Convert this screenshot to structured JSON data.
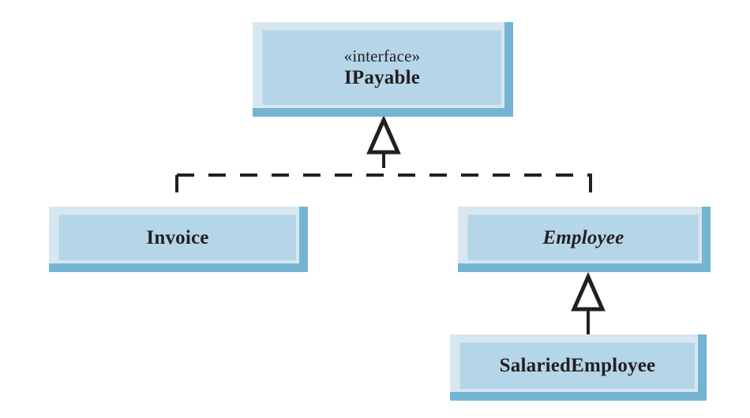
{
  "diagram": {
    "type": "uml-class-diagram",
    "title": "IPayable interface hierarchy",
    "background_color": "#ffffff",
    "box_fill_color": "#b5d5e8",
    "box_bevel_color": "#d7e7f0",
    "box_shadow_color": "#74b4d2",
    "line_color": "#231f20"
  },
  "classes": {
    "ipayable": {
      "stereotype": "«interface»",
      "name": "IPayable",
      "abstract": false
    },
    "invoice": {
      "name": "Invoice",
      "abstract": false
    },
    "employee": {
      "name": "Employee",
      "abstract": true
    },
    "salaried_employee": {
      "name": "SalariedEmployee",
      "abstract": false
    }
  },
  "relationships": [
    {
      "id": "invoice-realizes-ipayable",
      "type": "realization",
      "line_style": "dashed",
      "arrowhead": "hollow-triangle",
      "source": "Invoice",
      "target": "IPayable"
    },
    {
      "id": "employee-realizes-ipayable",
      "type": "realization",
      "line_style": "dashed",
      "arrowhead": "hollow-triangle",
      "source": "Employee",
      "target": "IPayable"
    },
    {
      "id": "salariedemployee-extends-employee",
      "type": "generalization",
      "line_style": "solid",
      "arrowhead": "hollow-triangle",
      "source": "SalariedEmployee",
      "target": "Employee"
    }
  ]
}
